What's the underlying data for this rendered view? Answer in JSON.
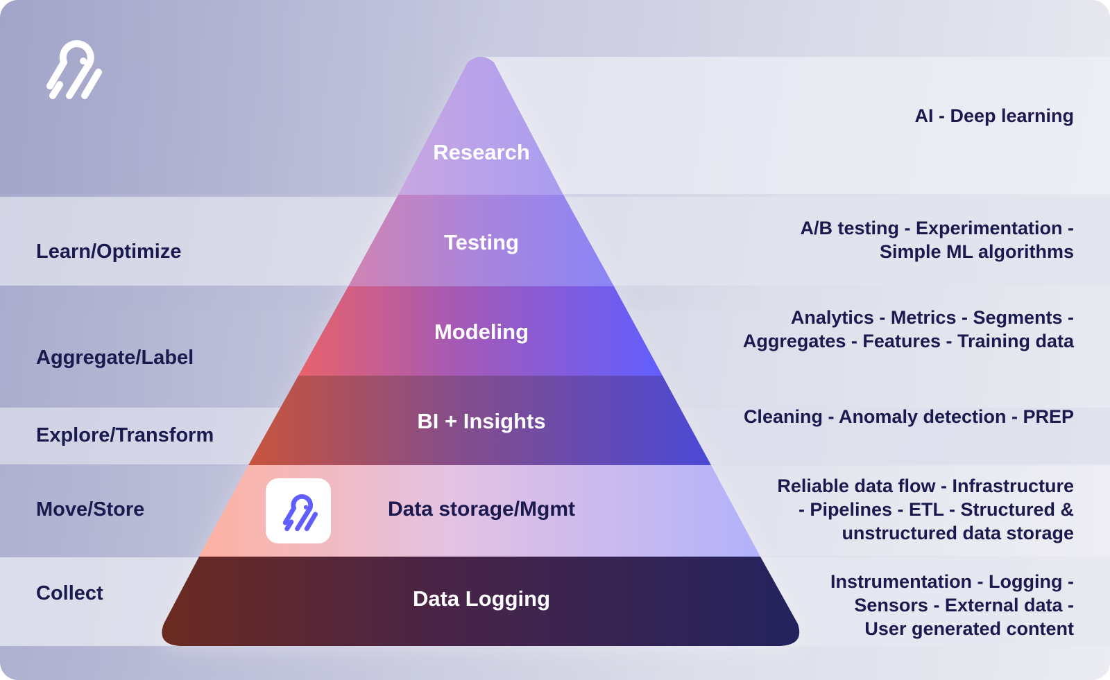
{
  "left_labels": [
    {
      "text": "Learn/Optimize"
    },
    {
      "text": "Aggregate/Label"
    },
    {
      "text": "Explore/Transform"
    },
    {
      "text": "Move/Store"
    },
    {
      "text": "Collect"
    }
  ],
  "tiers": [
    {
      "label": "Research"
    },
    {
      "label": "Testing"
    },
    {
      "label": "Modeling"
    },
    {
      "label": "BI + Insights"
    },
    {
      "label": "Data storage/Mgmt"
    },
    {
      "label": "Data Logging"
    }
  ],
  "right_labels": [
    {
      "lines": [
        "AI - Deep learning"
      ]
    },
    {
      "lines": [
        "A/B testing - Experimentation -",
        "Simple ML algorithms"
      ]
    },
    {
      "lines": [
        "Analytics - Metrics - Segments -",
        "Aggregates - Features - Training data"
      ]
    },
    {
      "lines": [
        "Cleaning - Anomaly detection - PREP"
      ]
    },
    {
      "lines": [
        "Reliable data flow - Infrastructure",
        "- Pipelines - ETL - Structured &",
        "unstructured data storage"
      ]
    },
    {
      "lines": [
        "Instrumentation - Logging -",
        "Sensors - External data -",
        "User generated content"
      ]
    }
  ],
  "icons": {
    "logo": "airbyte-logo-icon",
    "tier_badge": "airbyte-app-icon"
  },
  "colors": {
    "text_dark": "#1a1a4e",
    "accent_purple": "#615eff",
    "accent_red": "#e8616b"
  }
}
